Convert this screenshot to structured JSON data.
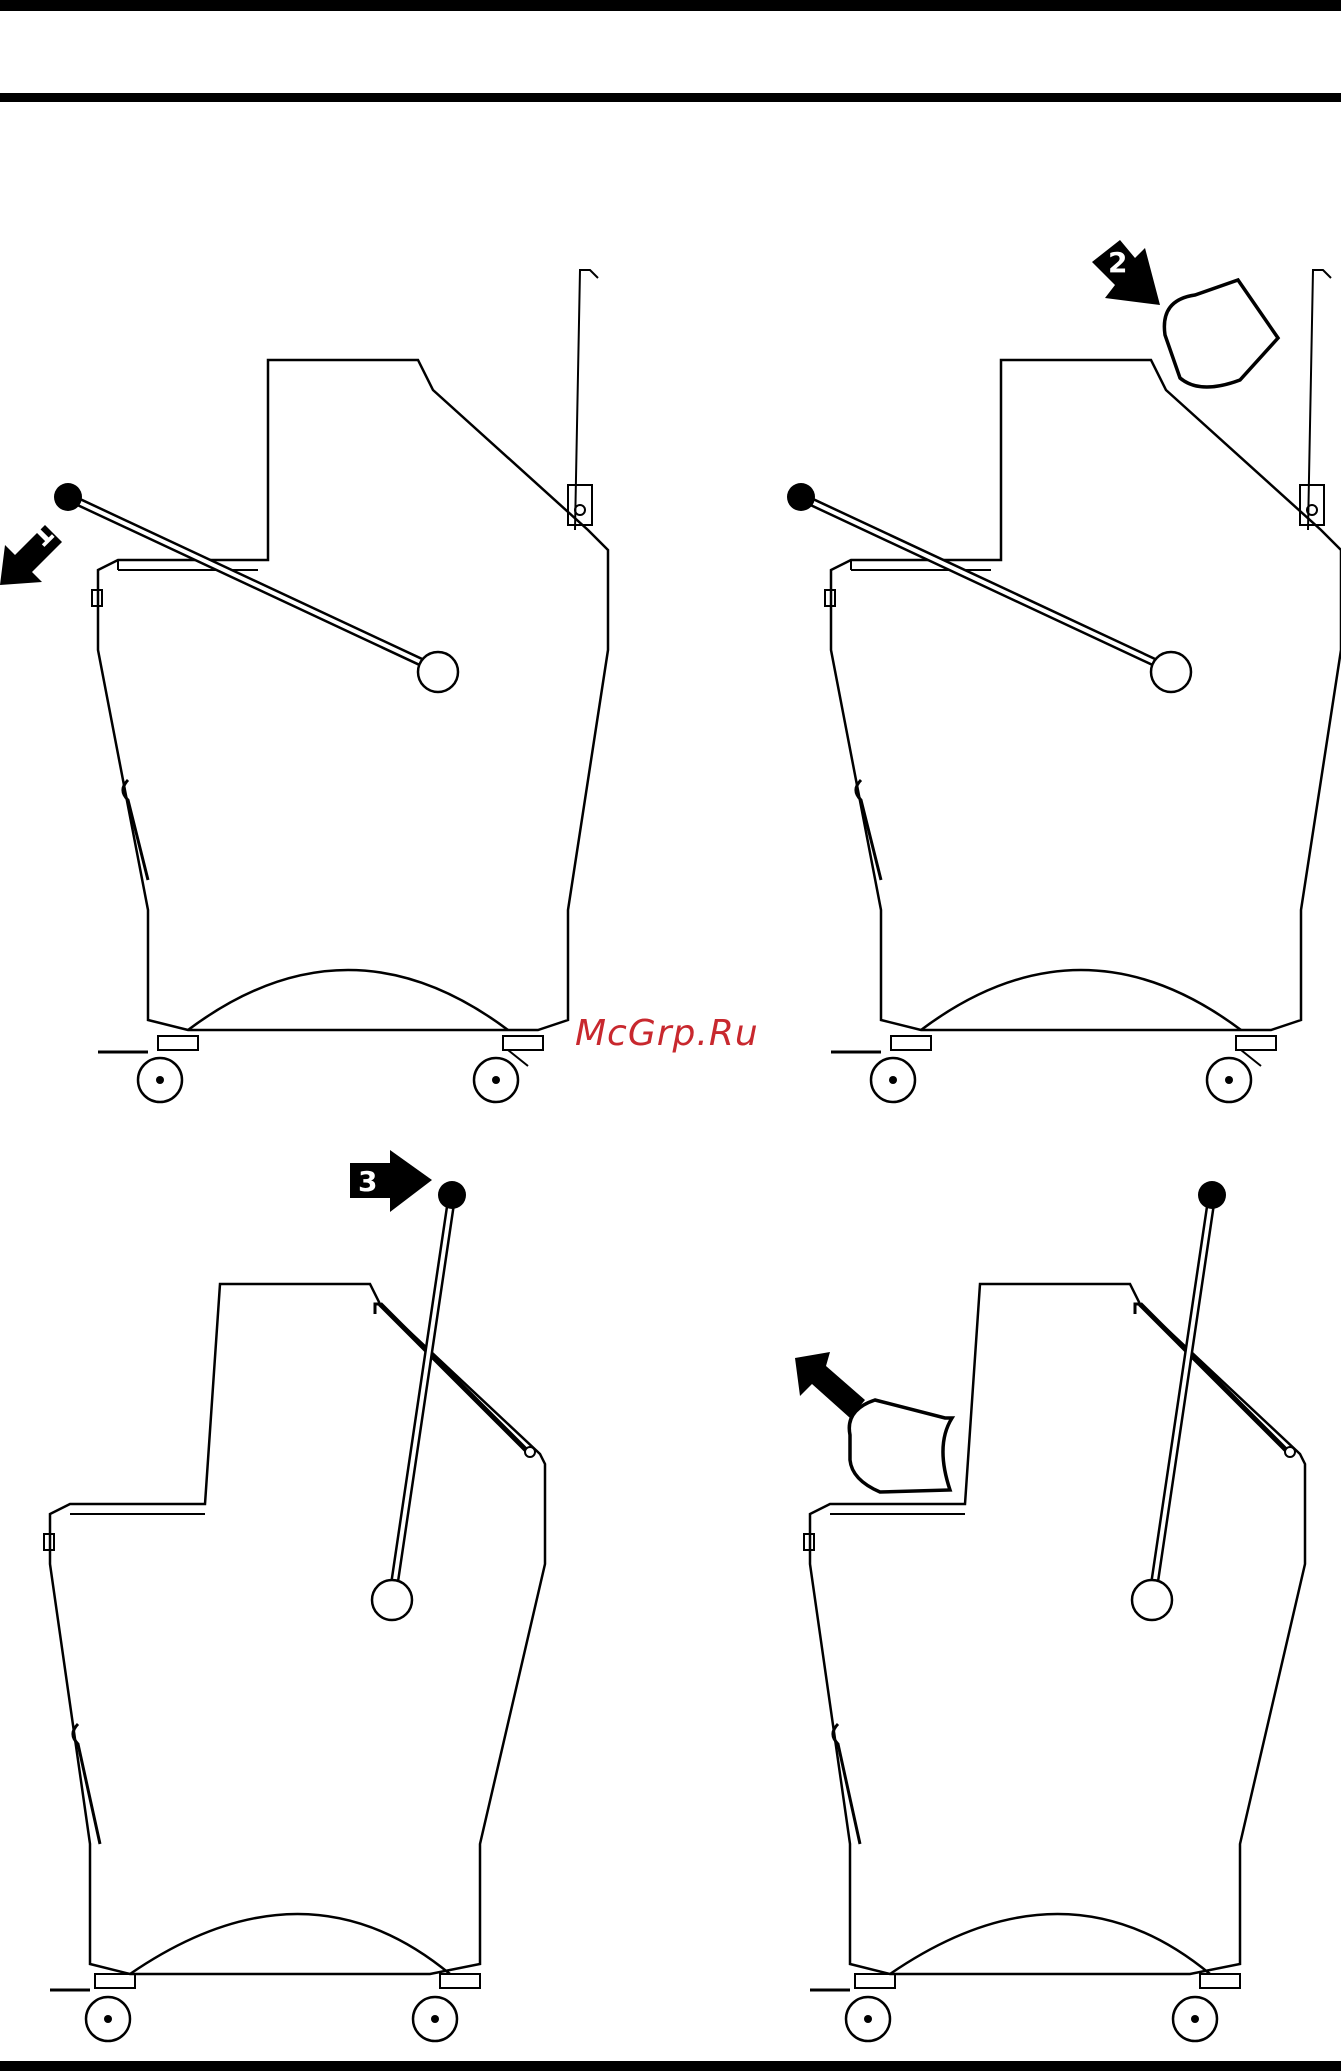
{
  "watermark": "McGrp.Ru",
  "steps": [
    {
      "label": "1"
    },
    {
      "label": "2"
    },
    {
      "label": "3"
    }
  ],
  "colors": {
    "line": "#000000",
    "background": "#ffffff",
    "watermark": "#c8282e"
  }
}
